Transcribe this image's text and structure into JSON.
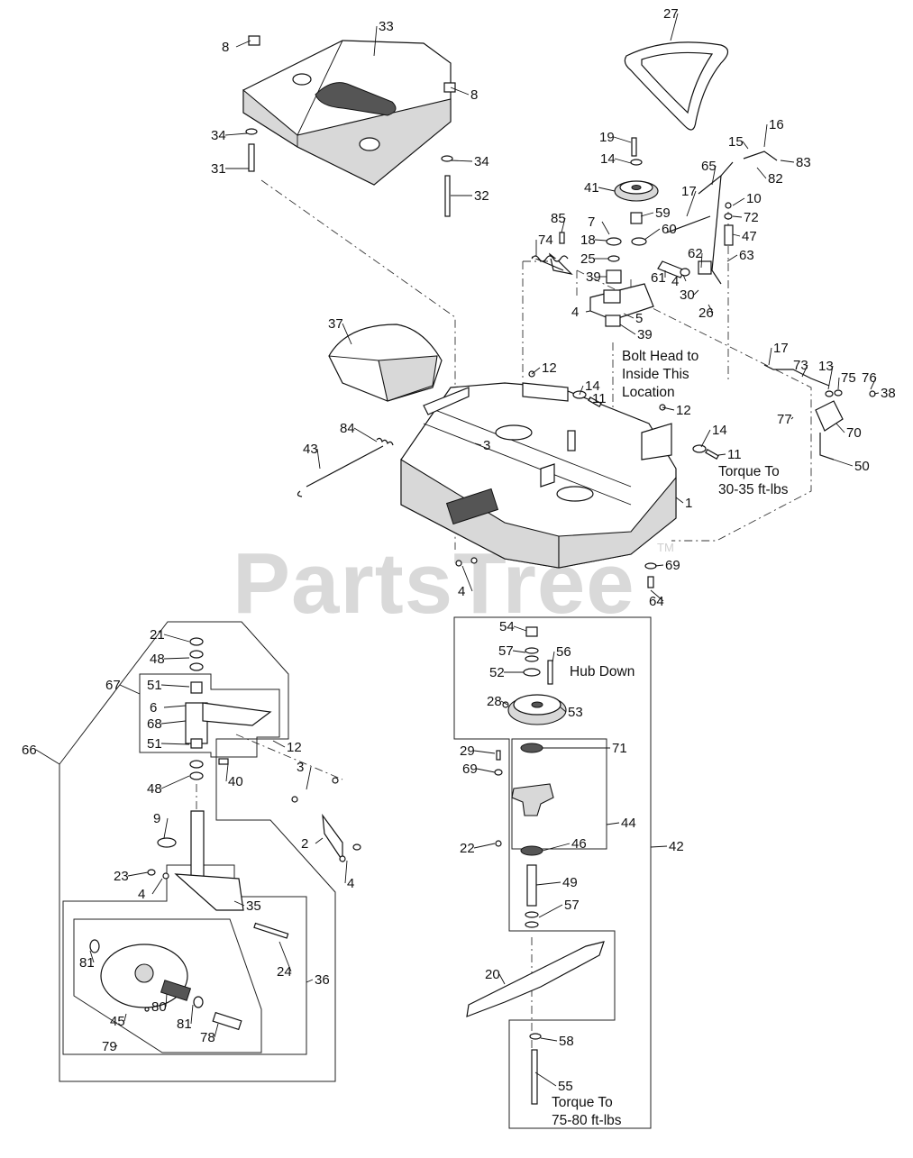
{
  "watermark": {
    "text": "PartsTree",
    "tm": "TM"
  },
  "notes": {
    "bolt_head": [
      "Bolt Head to",
      "Inside This",
      "Location"
    ],
    "torque_30_35": [
      "Torque To",
      "30-35 ft-lbs"
    ],
    "hub_down": "Hub Down",
    "torque_75_80": [
      "Torque To",
      "75-80 ft-lbs"
    ]
  },
  "callouts": [
    {
      "n": "33"
    },
    {
      "n": "8"
    },
    {
      "n": "8"
    },
    {
      "n": "34"
    },
    {
      "n": "34"
    },
    {
      "n": "31"
    },
    {
      "n": "32"
    },
    {
      "n": "27"
    },
    {
      "n": "16"
    },
    {
      "n": "15"
    },
    {
      "n": "83"
    },
    {
      "n": "82"
    },
    {
      "n": "19"
    },
    {
      "n": "14"
    },
    {
      "n": "65"
    },
    {
      "n": "41"
    },
    {
      "n": "17"
    },
    {
      "n": "10"
    },
    {
      "n": "59"
    },
    {
      "n": "72"
    },
    {
      "n": "85"
    },
    {
      "n": "7"
    },
    {
      "n": "60"
    },
    {
      "n": "47"
    },
    {
      "n": "74"
    },
    {
      "n": "18"
    },
    {
      "n": "25"
    },
    {
      "n": "62"
    },
    {
      "n": "63"
    },
    {
      "n": "61"
    },
    {
      "n": "4"
    },
    {
      "n": "39"
    },
    {
      "n": "30"
    },
    {
      "n": "4"
    },
    {
      "n": "26"
    },
    {
      "n": "5"
    },
    {
      "n": "37"
    },
    {
      "n": "39"
    },
    {
      "n": "17"
    },
    {
      "n": "73"
    },
    {
      "n": "13"
    },
    {
      "n": "75"
    },
    {
      "n": "76"
    },
    {
      "n": "12"
    },
    {
      "n": "14"
    },
    {
      "n": "11"
    },
    {
      "n": "38"
    },
    {
      "n": "77"
    },
    {
      "n": "70"
    },
    {
      "n": "12"
    },
    {
      "n": "84"
    },
    {
      "n": "3"
    },
    {
      "n": "14"
    },
    {
      "n": "43"
    },
    {
      "n": "11"
    },
    {
      "n": "50"
    },
    {
      "n": "1"
    },
    {
      "n": "69"
    },
    {
      "n": "4"
    },
    {
      "n": "64"
    },
    {
      "n": "21"
    },
    {
      "n": "54"
    },
    {
      "n": "48"
    },
    {
      "n": "57"
    },
    {
      "n": "56"
    },
    {
      "n": "51"
    },
    {
      "n": "52"
    },
    {
      "n": "6"
    },
    {
      "n": "67"
    },
    {
      "n": "68"
    },
    {
      "n": "28"
    },
    {
      "n": "53"
    },
    {
      "n": "12"
    },
    {
      "n": "51"
    },
    {
      "n": "66"
    },
    {
      "n": "29"
    },
    {
      "n": "71"
    },
    {
      "n": "3"
    },
    {
      "n": "69"
    },
    {
      "n": "40"
    },
    {
      "n": "48"
    },
    {
      "n": "9"
    },
    {
      "n": "44"
    },
    {
      "n": "2"
    },
    {
      "n": "4"
    },
    {
      "n": "46"
    },
    {
      "n": "42"
    },
    {
      "n": "23"
    },
    {
      "n": "4"
    },
    {
      "n": "22"
    },
    {
      "n": "35"
    },
    {
      "n": "49"
    },
    {
      "n": "57"
    },
    {
      "n": "24"
    },
    {
      "n": "81"
    },
    {
      "n": "36"
    },
    {
      "n": "20"
    },
    {
      "n": "80"
    },
    {
      "n": "45"
    },
    {
      "n": "81"
    },
    {
      "n": "78"
    },
    {
      "n": "79"
    },
    {
      "n": "58"
    },
    {
      "n": "55"
    }
  ]
}
